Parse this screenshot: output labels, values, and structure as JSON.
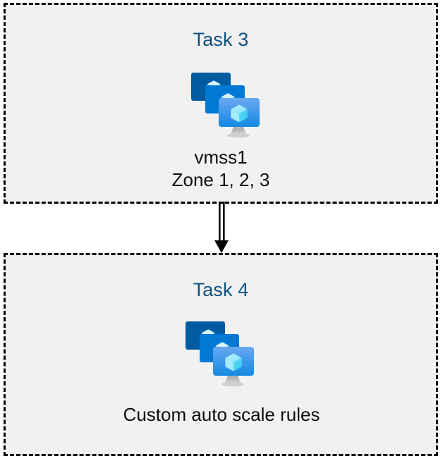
{
  "diagram": {
    "type": "flow-diagram",
    "background_color": "#ffffff",
    "box_fill_color": "#f1f1f1",
    "box_border_color": "#000000",
    "title_color": "#10537f",
    "caption_color": "#0d0d0d",
    "arrow_color": "#000000",
    "boxes": [
      {
        "id": "task-3",
        "title": "Task 3",
        "icon": "vmss-icon",
        "caption": "vmss1\nZone 1, 2, 3",
        "caption_lines": [
          "vmss1",
          "Zone 1, 2, 3"
        ]
      },
      {
        "id": "task-4",
        "title": "Task 4",
        "icon": "vmss-icon",
        "caption": "Custom auto scale rules",
        "caption_lines": [
          "Custom auto scale rules"
        ]
      }
    ],
    "connector": {
      "from": "task-3",
      "to": "task-4",
      "style": "double-line-arrow",
      "direction": "down"
    },
    "icon_colors": {
      "screen_back": "#005ba1",
      "screen_middle": "#0078d4",
      "screen_front_top": "#5ea0ef",
      "screen_front_bottom": "#1b8ae8",
      "cube_light": "#c3f1ff",
      "cube_mid": "#9cebff",
      "cube_dark": "#50e6ff",
      "stand": "#b3b3b3"
    }
  }
}
